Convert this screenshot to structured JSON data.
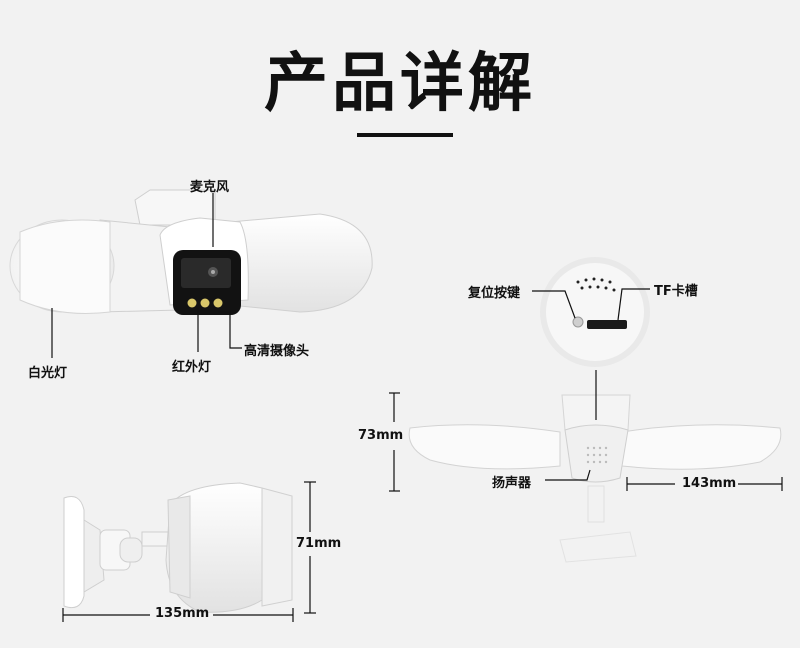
{
  "title": "产品详解",
  "labels": {
    "microphone": "麦克风",
    "white_light": "白光灯",
    "infrared_light": "红外灯",
    "hd_camera": "高清摄像头",
    "reset_button": "复位按键",
    "tf_slot": "TF卡槽",
    "speaker": "扬声器"
  },
  "dimensions": {
    "height_front": "73mm",
    "width_side": "143mm",
    "depth": "135mm",
    "height_side": "71mm"
  }
}
